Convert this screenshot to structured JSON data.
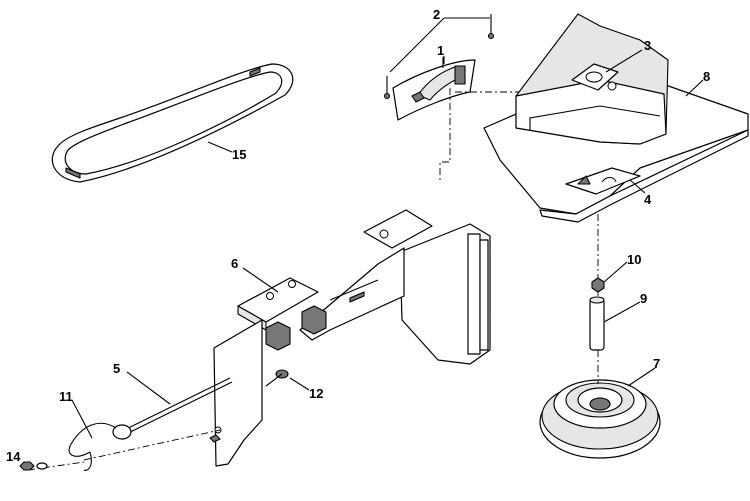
{
  "callouts": {
    "n1": "1",
    "n2": "2",
    "n3": "3",
    "n4": "4",
    "n5": "5",
    "n6": "6",
    "n7": "7",
    "n8": "8",
    "n9": "9",
    "n10": "10",
    "n11": "11",
    "n12": "12",
    "n14": "14",
    "n15": "15"
  }
}
